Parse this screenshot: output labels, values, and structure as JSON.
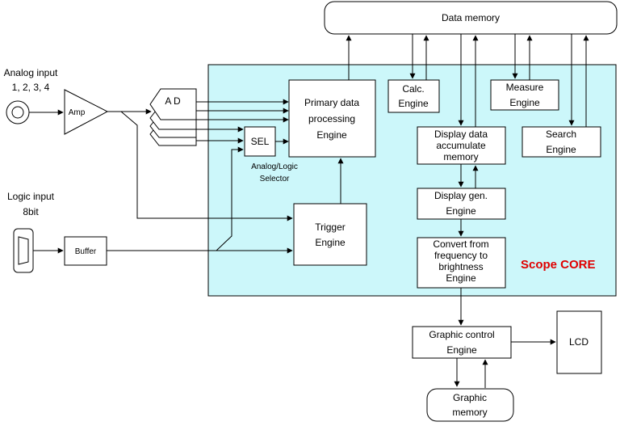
{
  "blocks": {
    "data_memory": "Data memory",
    "analog_input": [
      "Analog input",
      "1, 2, 3, 4"
    ],
    "amp": "Amp",
    "ad": "A D",
    "primary": [
      "Primary data",
      "processing",
      "Engine"
    ],
    "calc": [
      "Calc.",
      "Engine"
    ],
    "measure": [
      "Measure",
      "Engine"
    ],
    "display_acc": [
      "Display data",
      "accumulate",
      "memory"
    ],
    "search": [
      "Search",
      "Engine"
    ],
    "sel": "SEL",
    "sel_caption": [
      "Analog/Logic",
      "Selector"
    ],
    "logic_input": [
      "Logic input",
      "8bit"
    ],
    "display_gen": [
      "Display gen.",
      "Engine"
    ],
    "trigger": [
      "Trigger",
      "Engine"
    ],
    "buffer": "Buffer",
    "convert": [
      "Convert from",
      "frequency to",
      "brightness",
      "Engine"
    ],
    "scope_core": "Scope CORE",
    "graphic_control": [
      "Graphic control",
      "Engine"
    ],
    "lcd": "LCD",
    "graphic_memory": [
      "Graphic",
      "memory"
    ]
  },
  "colors": {
    "core_fill": "#ccf7fa",
    "core_label": "#e00000",
    "stroke": "#000000"
  }
}
